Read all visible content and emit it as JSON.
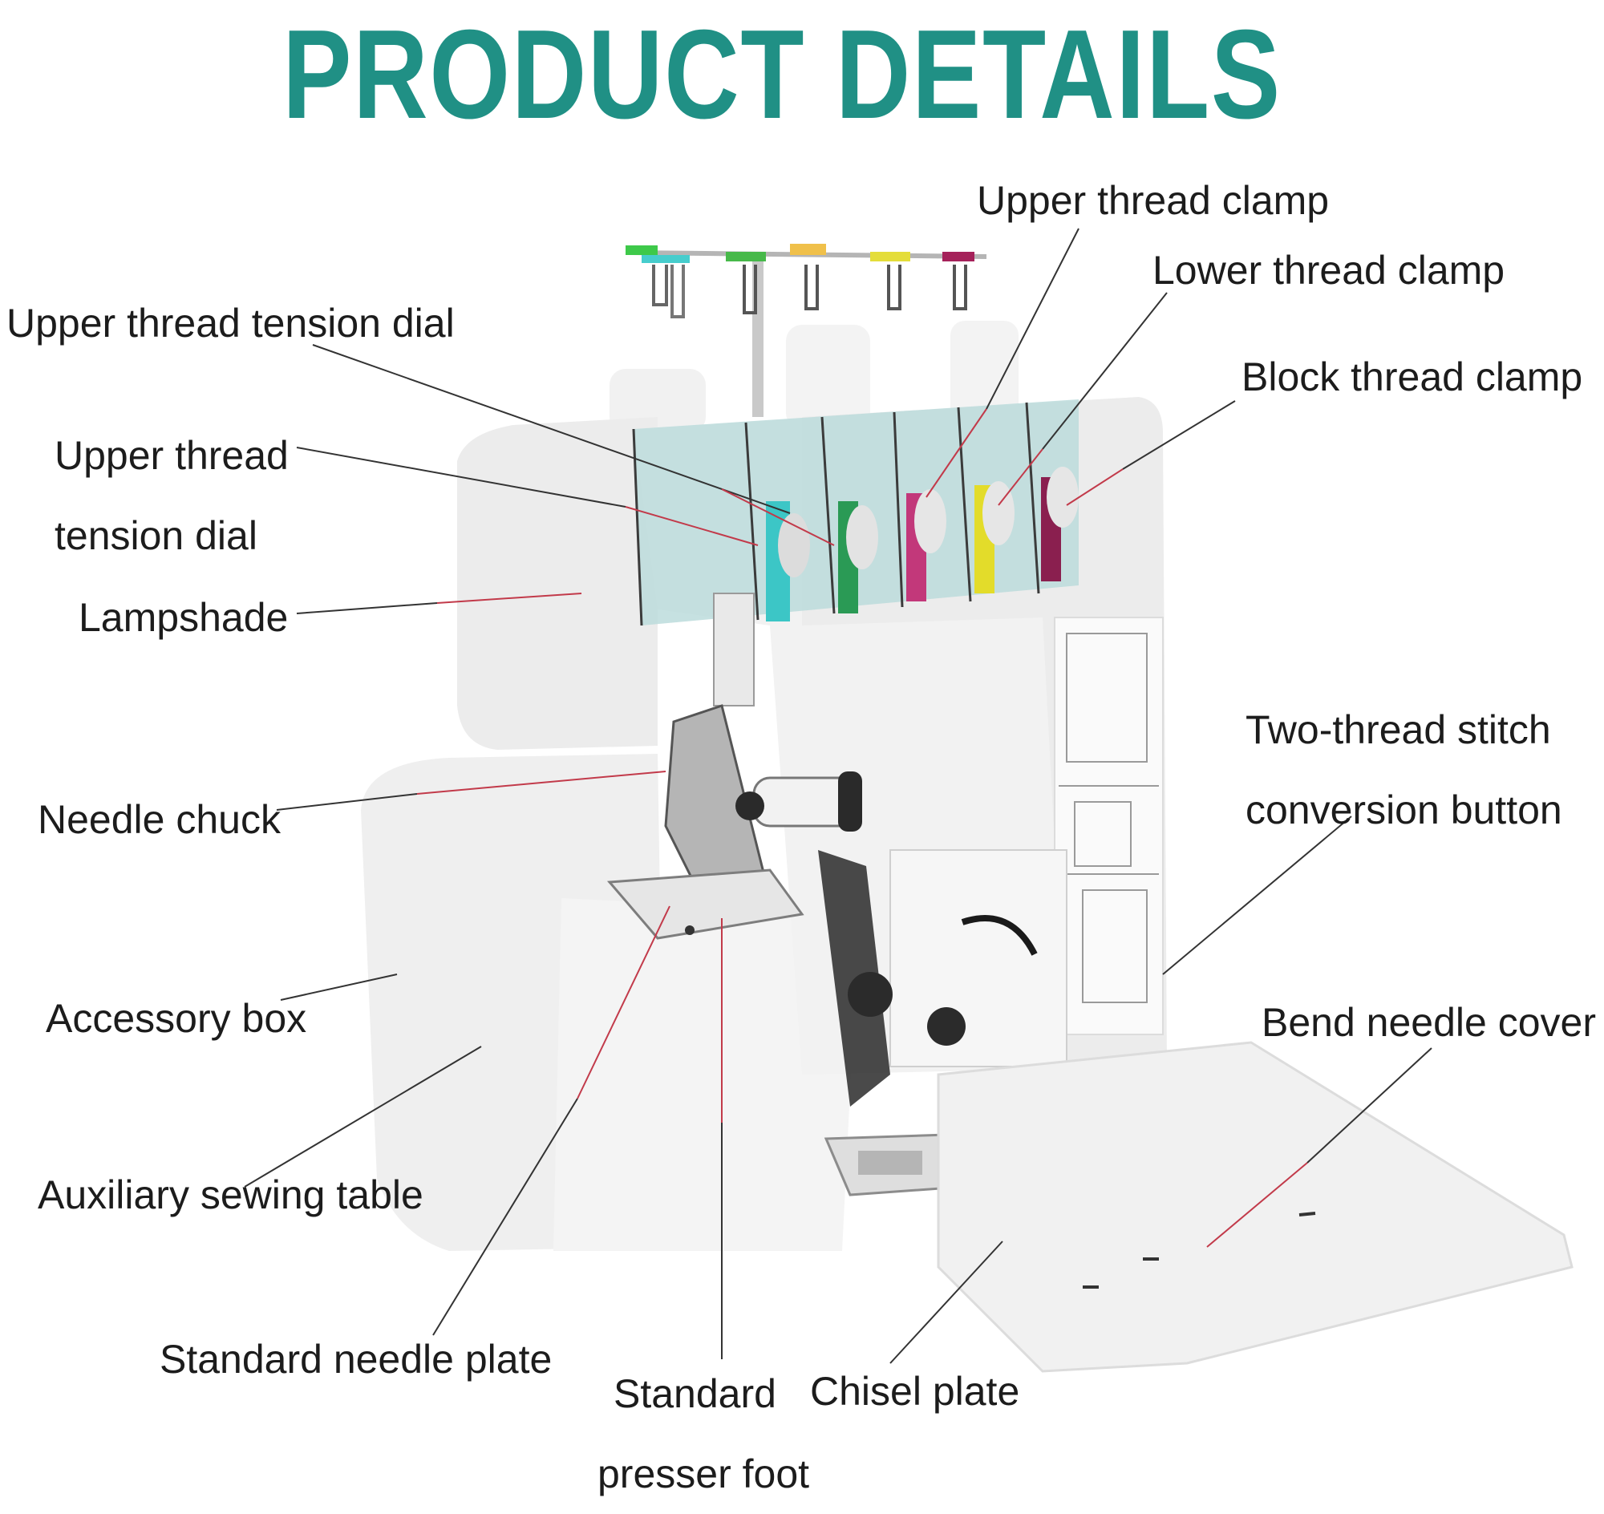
{
  "title": "PRODUCT DETAILS",
  "labels": {
    "upper_thread_tension_dial_1": "Upper thread tension dial",
    "upper_thread_tension_dial_2_line1": "Upper thread",
    "upper_thread_tension_dial_2_line2": "tension dial",
    "lampshade": "Lampshade",
    "needle_chuck": "Needle chuck",
    "accessory_box": "Accessory box",
    "auxiliary_sewing_table": "Auxiliary sewing table",
    "standard_needle_plate": "Standard needle plate",
    "standard_presser_foot_line1": "Standard",
    "standard_presser_foot_line2": "presser foot",
    "chisel_plate": "Chisel plate",
    "upper_thread_clamp": "Upper thread clamp",
    "lower_thread_clamp": "Lower thread clamp",
    "block_thread_clamp": "Block thread clamp",
    "two_thread_stitch_line1": "Two-thread stitch",
    "two_thread_stitch_line2": "conversion button",
    "bend_needle_cover": "Bend needle cover"
  },
  "colors": {
    "title": "#209085",
    "dial_cyan": "#3cc6c6",
    "dial_green": "#2a9a55",
    "dial_magenta": "#c2387a",
    "dial_yellow": "#e3dc2a",
    "dial_purple": "#8a1f4f",
    "leader_red": "#c23a4a",
    "leader_dark": "#333333"
  }
}
